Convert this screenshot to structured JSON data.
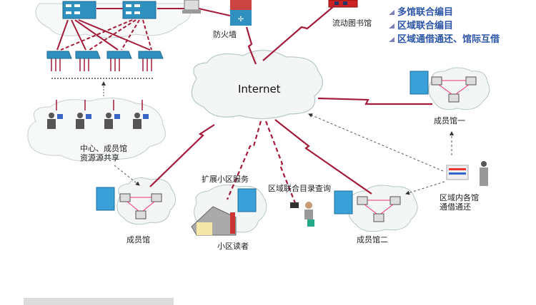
{
  "diagram": {
    "cloud_label": "Internet",
    "nodes": {
      "firewall": "防火墙",
      "mobile_library": "流动图书馆",
      "center_share_line1": "中心、成员馆",
      "center_share_line2": "资源源共享",
      "member_library": "成员馆",
      "member_library_1": "成员馆一",
      "member_library_2": "成员馆二",
      "community_service": "扩展小区服务",
      "community_reader": "小区读者",
      "union_catalog_query": "区域联合目录查询",
      "regional_lending_line1": "区域内各馆",
      "regional_lending_line2": "通借通还"
    },
    "features": [
      "多馆联合编目",
      "区域联合编目",
      "区域通借通还、馆际互借"
    ]
  },
  "colors": {
    "link": "#a31c3a",
    "feature_text": "#2c55a8",
    "device_blue": "#2f8fbf",
    "cloud_fill": "#f4f6f6",
    "cloud_stroke": "#b7c7c7"
  }
}
